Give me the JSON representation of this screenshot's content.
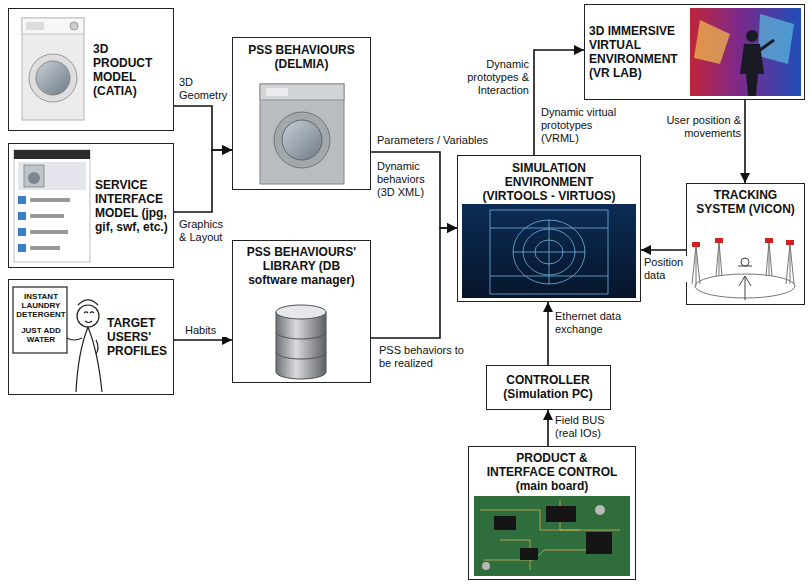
{
  "diagram": {
    "nodes": [
      {
        "text": [
          "3D PRODUCT MODEL (CATIA)"
        ]
      },
      {
        "text": [
          "SERVICE INTERFACE MODEL (jpg, gif, swf, etc.)"
        ]
      },
      {
        "text": [
          "TARGET USERS' PROFILES"
        ]
      },
      {
        "text": [
          "PSS BEHAVIOURS (DELMIA)"
        ]
      },
      {
        "text": [
          "PSS BEHAVIOURS' LIBRARY (DB software manager)"
        ]
      },
      {
        "text": [
          "3D IMMERSIVE VIRTUAL ENVIRONMENT (VR LAB)"
        ]
      },
      {
        "text": [
          "SIMULATION ENVIRONMENT (VIRTOOLS - VIRTUOS)"
        ]
      },
      {
        "text": [
          "TRACKING SYSTEM (VICON)"
        ]
      },
      {
        "text": [
          "CONTROLLER (Simulation PC)"
        ]
      },
      {
        "text": [
          "PRODUCT & INTERFACE CONTROL (main board)"
        ]
      }
    ],
    "edges": [
      {
        "from": 0,
        "to": 3,
        "label": "3D Geometry",
        "arrow": "to"
      },
      {
        "from": 1,
        "to": 3,
        "label": "Graphics & Layout",
        "arrow": "to"
      },
      {
        "from": 2,
        "to": 4,
        "label": "Habits",
        "arrow": "to"
      },
      {
        "from": 3,
        "to": 6,
        "label": "Dynamic behaviors (3D XML)",
        "arrow": "to"
      },
      {
        "from": 4,
        "to": 6,
        "label": "PSS behaviors to be realized",
        "arrow": "to"
      },
      {
        "from": 6,
        "to": 5,
        "label": "Dynamic virtual prototypes (VRML)",
        "arrow": "to"
      },
      {
        "from": 5,
        "to": 7,
        "label": "User position & movements",
        "arrow": "to"
      },
      {
        "from": 7,
        "to": 6,
        "label": "Position data",
        "arrow": "to"
      },
      {
        "from": 8,
        "to": 6,
        "label": "Ethernet data exchange",
        "arrow": "to"
      },
      {
        "from": 9,
        "to": 8,
        "label": "Field BUS (real IOs)",
        "arrow": "to"
      }
    ],
    "labels": [
      "Parameters / Variables",
      "Dynamic prototypes & Interaction",
      "INSTANT LAUNDRY DETERGENT",
      "JUST ADD WATER"
    ]
  }
}
